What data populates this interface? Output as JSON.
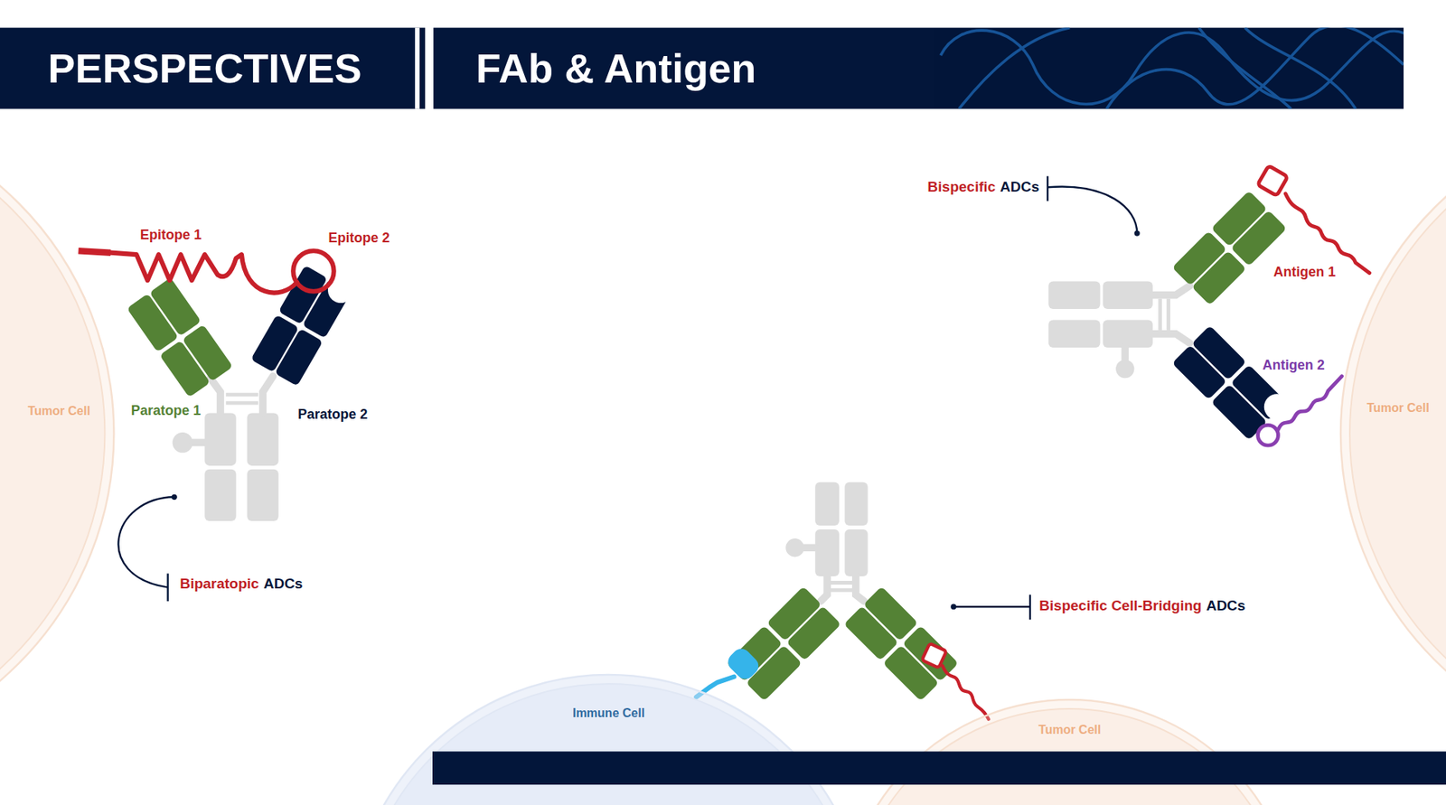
{
  "diagram": {
    "title": "FAb & Antigen",
    "nodes": [
      {
        "text": [
          "Tumor Cell"
        ]
      },
      {
        "text": [
          "Tumor Cell"
        ]
      },
      {
        "text": [
          "Immune Cell"
        ]
      },
      {
        "text": [
          "Tumor Cell"
        ]
      }
    ],
    "labels": [
      "PERSPECTIVES",
      "Epitope 1",
      "Epitope 2",
      "Paratope 1",
      "Paratope 2",
      "Biparatopic",
      "ADCs",
      "Bispecific",
      "ADCs",
      "Antigen 1",
      "Antigen 2",
      "Bispecific Cell-Bridging",
      "ADCs"
    ]
  }
}
